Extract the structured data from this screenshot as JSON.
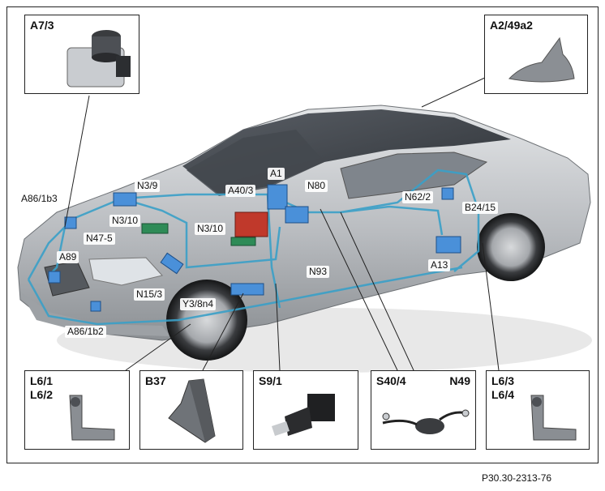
{
  "insets": {
    "a7_3": "A7/3",
    "a2_49a2": "A2/49a2",
    "l6_12": [
      "L6/1",
      "L6/2"
    ],
    "b37": "B37",
    "s9_1": "S9/1",
    "s40_4": "S40/4",
    "n49": "N49",
    "l6_34": [
      "L6/3",
      "L6/4"
    ]
  },
  "labels": {
    "a1": "A1",
    "n3_9": "N3/9",
    "a40_3": "A40/3",
    "n80": "N80",
    "n62_2": "N62/2",
    "b24_15": "B24/15",
    "a86_1b3": "A86/1b3",
    "n3_10_a": "N3/10",
    "n3_10_b": "N3/10",
    "n47_5": "N47-5",
    "a89": "A89",
    "a13": "A13",
    "n93": "N93",
    "n15_3": "N15/3",
    "y3_8n4": "Y3/8n4",
    "a86_1b2": "A86/1b2"
  },
  "figure_id": "P30.30-2313-76",
  "colors": {
    "wiring": "#3aa0c8",
    "module_blue": "#4a90d9",
    "module_red": "#c0392b",
    "module_green": "#2e8b57",
    "car_body": "#b9bcc0"
  }
}
